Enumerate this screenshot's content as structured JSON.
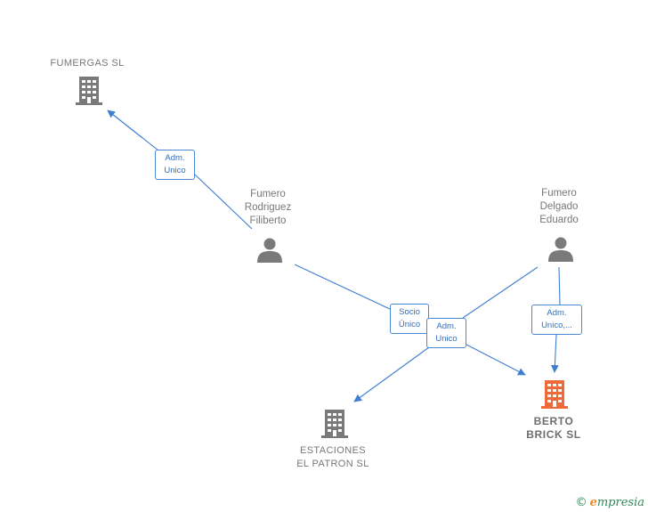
{
  "nodes": {
    "fumergas": {
      "name": "FUMERGAS SL"
    },
    "rodriguez": {
      "lines": [
        "Fumero",
        "Rodriguez",
        "Filiberto"
      ]
    },
    "delgado": {
      "lines": [
        "Fumero",
        "Delgado",
        "Eduardo"
      ]
    },
    "estaciones": {
      "lines": [
        "ESTACIONES",
        "EL PATRON SL"
      ]
    },
    "berto": {
      "lines": [
        "BERTO",
        "BRICK SL"
      ]
    }
  },
  "edges": {
    "adm_unico_1": [
      "Adm.",
      "Unico"
    ],
    "socio_unico": [
      "Socio",
      "Único"
    ],
    "adm_unico_2": [
      "Adm.",
      "Unico"
    ],
    "adm_unico_3": [
      "Adm.",
      "Unico,..."
    ]
  },
  "colors": {
    "company_icon": "#7a7a7a",
    "highlight_icon": "#ef6a3b",
    "person_icon": "#7a7a7a",
    "edge": "#3f7fd0"
  },
  "icons": {
    "company": "building-icon",
    "person": "person-icon"
  },
  "footer": {
    "copyright_symbol": "©",
    "brand_initial": "e",
    "brand_rest": "mpresia"
  }
}
